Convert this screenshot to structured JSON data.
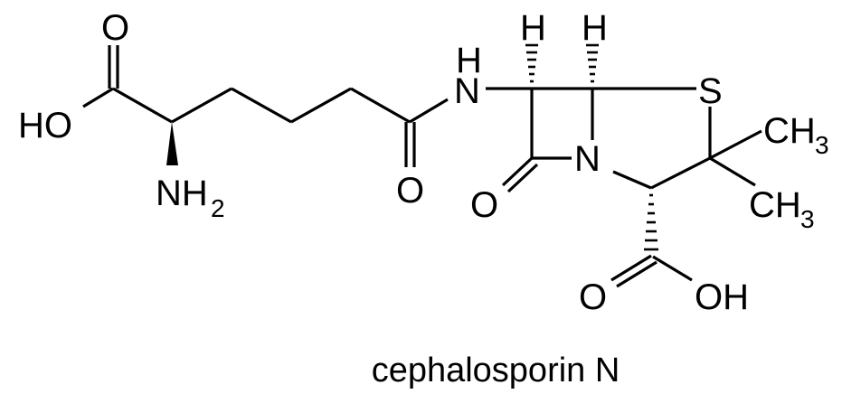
{
  "molecule": {
    "caption": "cephalosporin N",
    "atoms": {
      "o_acid_top": "O",
      "ho_left": "HO",
      "nh2_n": "NH",
      "nh2_sub": "2",
      "o_amide": "O",
      "n_amide": "N",
      "h_amide": "H",
      "h_c6": "H",
      "h_c5": "H",
      "s_ring": "S",
      "n_ring": "N",
      "o_lactam": "O",
      "ch3_upper": "CH",
      "ch3_upper_sub": "3",
      "ch3_lower": "CH",
      "ch3_lower_sub": "3",
      "o_acid_bottom": "O",
      "oh_right": "OH"
    }
  }
}
